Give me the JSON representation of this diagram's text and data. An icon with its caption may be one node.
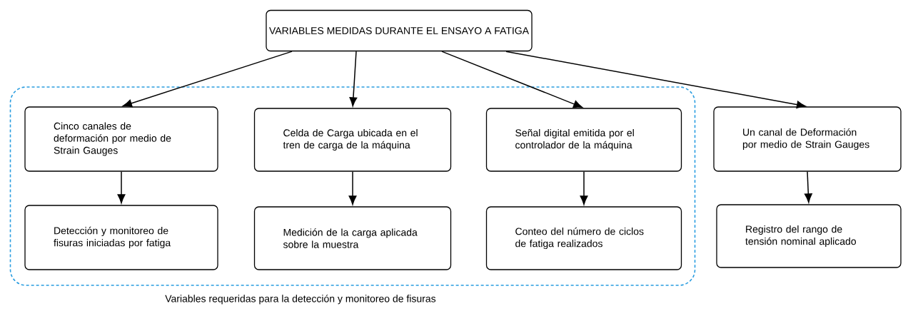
{
  "diagram": {
    "nodes": [
      {
        "text": [
          "VARIABLES MEDIDAS DURANTE EL ENSAYO A FATIGA"
        ]
      },
      {
        "text": [
          "Variables requeridas para la detección y monitoreo de fisuras"
        ]
      },
      {
        "text": [
          "Cinco canales de deformación por medio de Strain Gauges"
        ],
        "in": 1
      },
      {
        "text": [
          "Detección y monitoreo de fisuras iniciadas por fatiga"
        ],
        "in": 1
      },
      {
        "text": [
          "Celda de Carga ubicada en el tren de carga de la máquina"
        ],
        "in": 1
      },
      {
        "text": [
          "Medición de la carga aplicada sobre la muestra"
        ],
        "in": 1
      },
      {
        "text": [
          "Señal digital emitida por el controlador de la máquina"
        ],
        "in": 1
      },
      {
        "text": [
          "Conteo del número de ciclos de fatiga realizados"
        ],
        "in": 1
      },
      {
        "text": [
          "Un canal de Deformación por medio de Strain Gauges"
        ]
      },
      {
        "text": [
          "Registro del rango de tensión nominal aplicado"
        ]
      }
    ],
    "edges": [
      {
        "from": 0,
        "to": 2,
        "arrow": "to"
      },
      {
        "from": 0,
        "to": 4,
        "arrow": "to"
      },
      {
        "from": 0,
        "to": 6,
        "arrow": "to"
      },
      {
        "from": 0,
        "to": 8,
        "arrow": "to"
      },
      {
        "from": 2,
        "to": 3,
        "arrow": "to"
      },
      {
        "from": 4,
        "to": 5,
        "arrow": "to"
      },
      {
        "from": 6,
        "to": 7,
        "arrow": "to"
      },
      {
        "from": 8,
        "to": 9,
        "arrow": "to"
      }
    ]
  }
}
